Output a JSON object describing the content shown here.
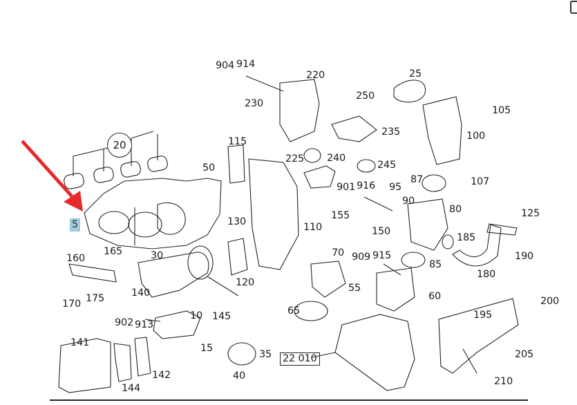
{
  "diagram": {
    "title": "EGR / intake manifold exploded parts diagram",
    "highlight_color": "#9fcbdc",
    "arrow_color": "#e32b2b",
    "highlighted_part": "5",
    "group_label": "22 010",
    "callout_group": "20",
    "labels": {
      "p5": "5",
      "p10": "10",
      "p15": "15",
      "p20": "20",
      "p25": "25",
      "p30": "30",
      "p35": "35",
      "p40": "40",
      "p50": "50",
      "p55": "55",
      "p60": "60",
      "p65": "65",
      "p70": "70",
      "p80": "80",
      "p85": "85",
      "p87": "87",
      "p90": "90",
      "p95": "95",
      "p100": "100",
      "p105": "105",
      "p107": "107",
      "p110": "110",
      "p115": "115",
      "p120": "120",
      "p125": "125",
      "p130": "130",
      "p140": "140",
      "p141": "141",
      "p142": "142",
      "p144": "144",
      "p145": "145",
      "p150": "150",
      "p155": "155",
      "p160": "160",
      "p165": "165",
      "p170": "170",
      "p175": "175",
      "p180": "180",
      "p185": "185",
      "p190": "190",
      "p195": "195",
      "p200": "200",
      "p205": "205",
      "p210": "210",
      "p220": "220",
      "p225": "225",
      "p230": "230",
      "p235": "235",
      "p240": "240",
      "p245": "245",
      "p250": "250",
      "p901": "901",
      "p902": "902",
      "p904": "904",
      "p909": "909",
      "p913": "913",
      "p914": "914",
      "p915": "915",
      "p916": "916",
      "p22010": "22 010"
    }
  }
}
